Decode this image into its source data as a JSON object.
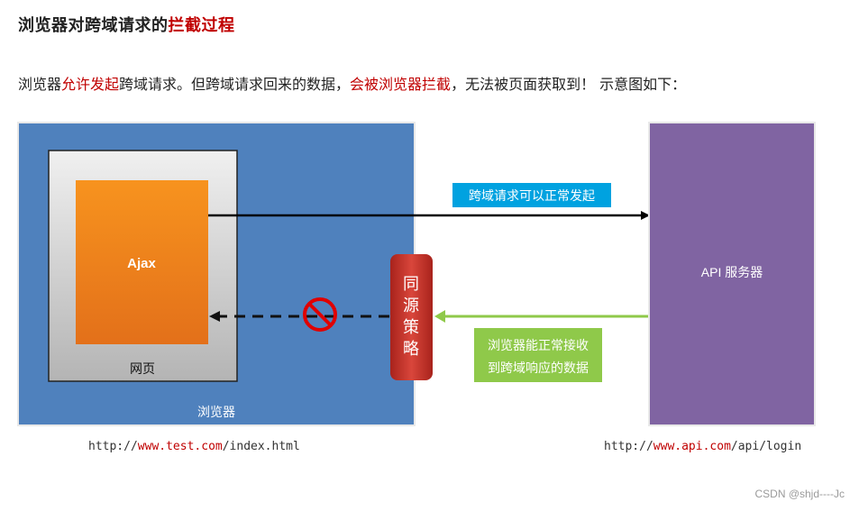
{
  "heading": {
    "prefix": "浏览器对跨域请求的",
    "highlight": "拦截过程"
  },
  "description": {
    "part1": "浏览器",
    "red1": "允许发起",
    "part2": "跨域请求。但跨域请求回来的数据，",
    "red2": "会被浏览器拦截",
    "part3": "，无法被页面获取到！ 示意图如下："
  },
  "diagram": {
    "browser_label": "浏览器",
    "page_label": "网页",
    "ajax_label": "Ajax",
    "policy_chars": [
      "同",
      "源",
      "策",
      "略"
    ],
    "request_label": "跨域请求可以正常发起",
    "response_label_line1": "浏览器能正常接收",
    "response_label_line2": "到跨域响应的数据",
    "server_label": "API 服务器"
  },
  "urls": {
    "left": {
      "prefix": "http://",
      "domain": "www.test.com",
      "path": "/index.html"
    },
    "right": {
      "prefix": "http://",
      "domain": "www.api.com",
      "path": "/api/login"
    }
  },
  "watermark": "CSDN @shjd----Jc",
  "colors": {
    "browser_blue": "#4f81bd",
    "server_purple": "#8064a2",
    "ajax_orange": "#f28a1e",
    "policy_red": "#c0392b",
    "request_label_bg": "#00a2e0",
    "response_green": "#8fc94a",
    "text_red": "#c00000"
  }
}
